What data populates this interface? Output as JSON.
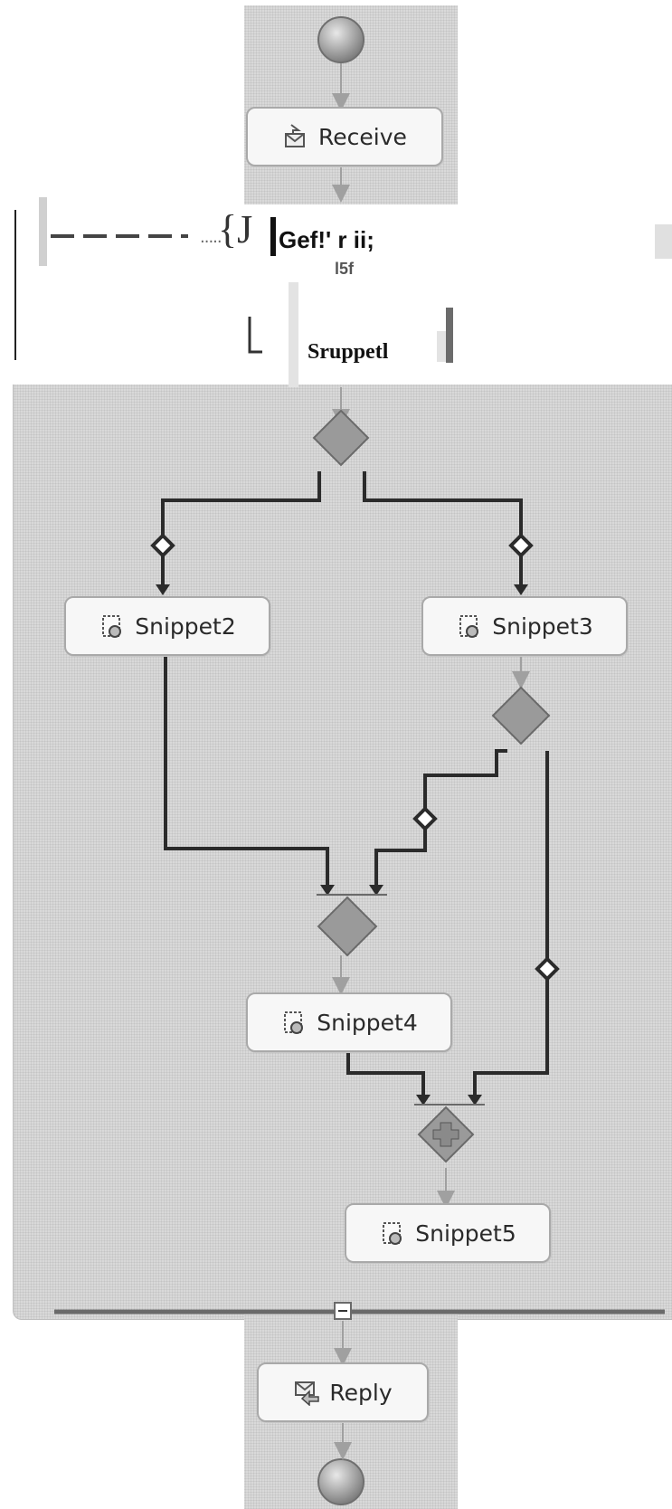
{
  "nodes": {
    "receive": "Receive",
    "snippet1": "Sruppetl",
    "snippet2": "Snippet2",
    "snippet3": "Snippet3",
    "snippet4": "Snippet4",
    "snippet5": "Snippet5",
    "reply": "Reply"
  },
  "fragments": {
    "header_text": "Gef!' r ii;",
    "sub_text": "l5f",
    "brace_glyph": "{J",
    "dots": "....."
  },
  "colors": {
    "background": "#ffffff",
    "canvas": "#d9d9d9",
    "node_fill": "#f7f7f7",
    "node_border": "#a9a9a9",
    "diamond": "#9a9a9a",
    "link": "#2b2b2b",
    "arrow_light": "#a0a0a0"
  },
  "icons": {
    "receive": "receive-icon",
    "snippet": "snippet-icon",
    "reply": "reply-icon",
    "start": "start-event-icon",
    "end": "end-event-icon",
    "collapse": "collapse-minus-icon"
  }
}
